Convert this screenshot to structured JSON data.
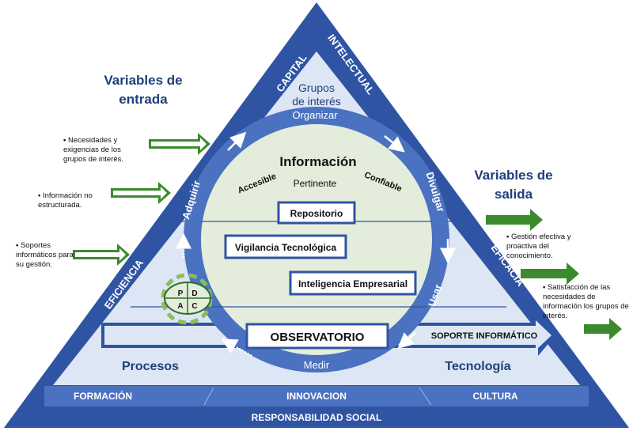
{
  "colors": {
    "dark_blue": "#2f54a3",
    "mid_blue": "#4a72c0",
    "light_blue": "#dce6f4",
    "circle_fill": "#e4eddb",
    "green_arrow": "#3b8a2e",
    "navy_text": "#1f3f7a"
  },
  "left_title": "Variables de entrada",
  "right_title": "Variables de salida",
  "inputs": [
    "Necesidades y exigencias de los grupos de interés.",
    "Información no estructurada.",
    "Soportes informáticos para su gestión."
  ],
  "outputs": [
    "Gestión efectiva y proactiva del conocimiento.",
    "Satisfacción de las necesidades de información los grupos de interés."
  ],
  "triangle": {
    "top_left_edge": "CAPITAL",
    "top_right_edge": "INTELECTUAL",
    "left_edge": "EFICIENCIA",
    "right_edge": "EFICACIA",
    "apex_label": "Grupos de interés"
  },
  "cycle": {
    "top": "Organizar",
    "right": "Divulgar",
    "right_lower": "Usar",
    "bottom": "Medir",
    "left": "Adquirir"
  },
  "center": {
    "title": "Información",
    "left_word": "Accesible",
    "middle_word": "Pertinente",
    "right_word": "Confiable",
    "box1": "Repositorio",
    "box2": "Vigilancia Tecnológica",
    "box3": "Inteligencia Empresarial",
    "box4": "OBSERVATORIO"
  },
  "pdca": {
    "p": "P",
    "d": "D",
    "a": "A",
    "c": "C"
  },
  "support_arrow": "SOPORTE INFORMÁTICO",
  "processes": "Procesos",
  "technology": "Tecnología",
  "base": {
    "formacion": "FORMACIÓN",
    "innovacion": "INNOVACION",
    "cultura": "CULTURA",
    "responsabilidad": "RESPONSABILIDAD SOCIAL"
  }
}
